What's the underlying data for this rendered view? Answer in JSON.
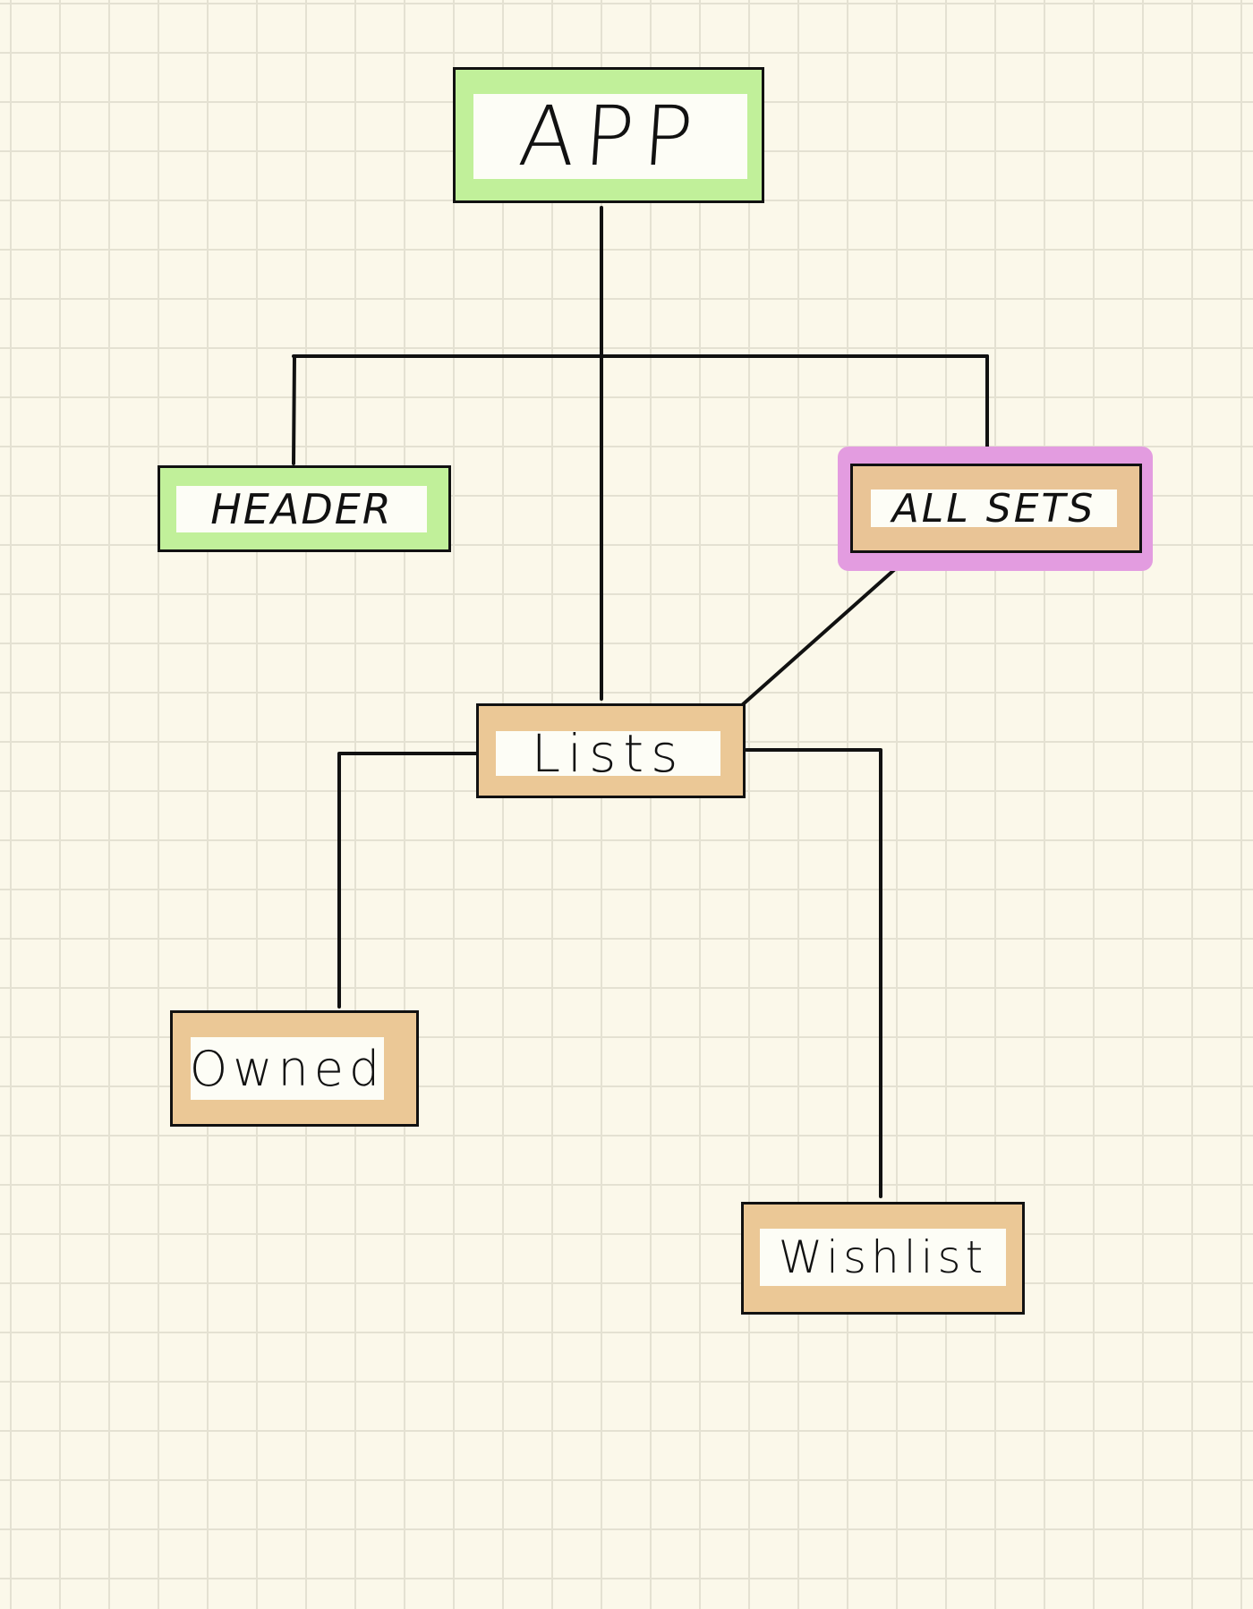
{
  "diagram": {
    "nodes": {
      "app": {
        "label": "APP",
        "fill": "#c1f09a"
      },
      "header": {
        "label": "HEADER",
        "fill": "#c1f09a"
      },
      "all_sets": {
        "label": "ALL SETS",
        "fill": "#e9c496",
        "highlight": "#e39ce0"
      },
      "lists": {
        "label": "Lists",
        "fill": "#ebc896"
      },
      "owned": {
        "label": "Owned",
        "fill": "#ebc896"
      },
      "wishlist": {
        "label": "Wishlist",
        "fill": "#ebc896"
      }
    },
    "edges": [
      {
        "from": "APP",
        "to": "HEADER"
      },
      {
        "from": "APP",
        "to": "Lists"
      },
      {
        "from": "APP",
        "to": "ALL SETS"
      },
      {
        "from": "ALL SETS",
        "to": "Lists"
      },
      {
        "from": "Lists",
        "to": "Owned"
      },
      {
        "from": "Lists",
        "to": "Wishlist"
      }
    ],
    "colors": {
      "background": "#fbf8ea",
      "grid": "#e4e1d2",
      "stroke": "#111111"
    }
  }
}
